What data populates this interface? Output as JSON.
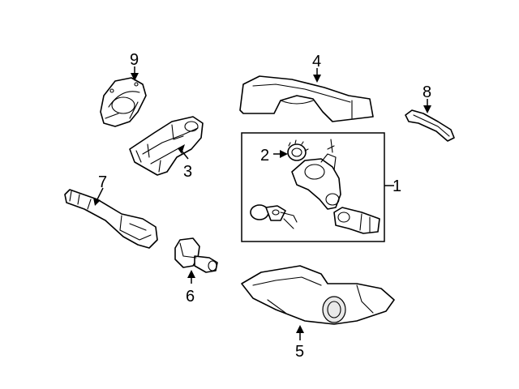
{
  "diagram": {
    "callouts": {
      "c1": "1",
      "c2": "2",
      "c3": "3",
      "c4": "4",
      "c5": "5",
      "c6": "6",
      "c7": "7",
      "c8": "8",
      "c9": "9"
    }
  }
}
